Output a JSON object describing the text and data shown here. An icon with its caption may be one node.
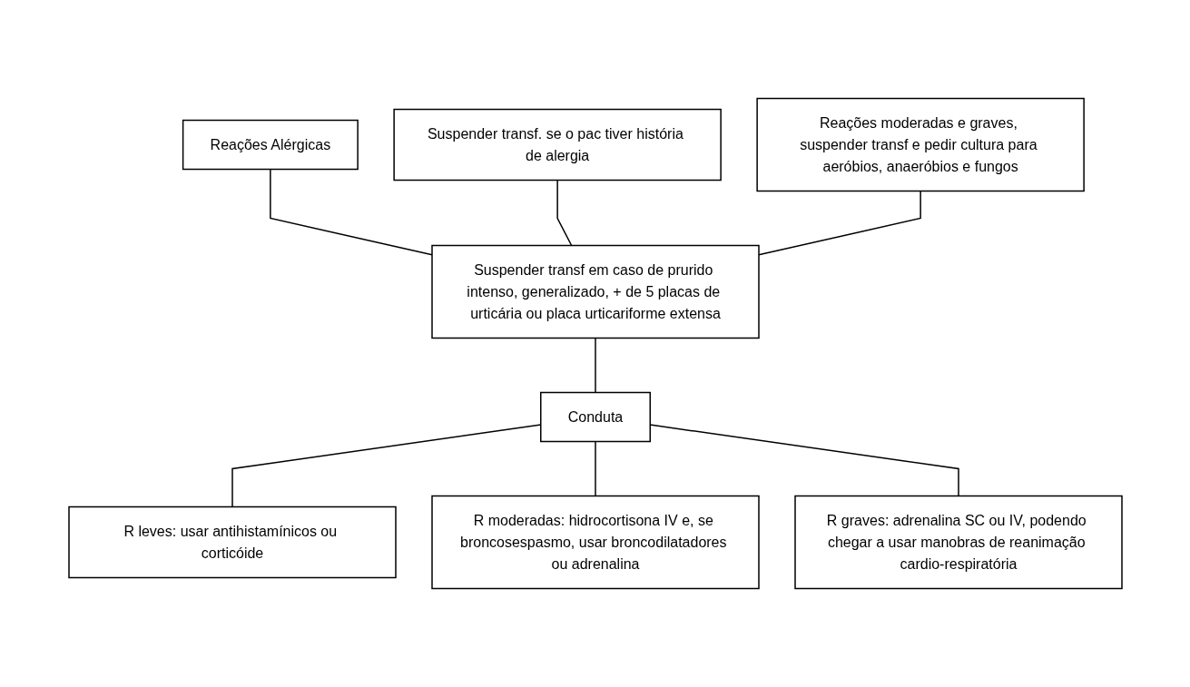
{
  "diagram": {
    "nodes": [
      {
        "text": [
          "Reações Alérgicas"
        ]
      },
      {
        "text": [
          "Suspender transf. se o pac tiver história de alergia"
        ]
      },
      {
        "text": [
          "Suspender transf em caso de prurido intenso, generalizado, + de 5 placas de urticária ou placa urticariforme extensa"
        ]
      },
      {
        "text": [
          "Reações moderadas e graves, suspender transf e pedir cultura para aeróbios, anaeróbios e fungos"
        ]
      },
      {
        "text": [
          "Conduta"
        ]
      },
      {
        "text": [
          "R leves: usar antihistamínicos ou corticóide"
        ]
      },
      {
        "text": [
          "R moderadas: hidrocortisona IV e, se broncosespasmo, usar broncodilatadores ou adrenalina"
        ]
      },
      {
        "text": [
          "R graves: adrenalina SC ou IV, podendo chegar a usar manobras de reanimação cardio-respiratória"
        ]
      }
    ],
    "edges": [
      {
        "from": 0,
        "to": 2,
        "arrow": "none"
      },
      {
        "from": 1,
        "to": 2,
        "arrow": "none"
      },
      {
        "from": 2,
        "to": 3,
        "arrow": "none"
      },
      {
        "from": 2,
        "to": 4,
        "arrow": "none"
      },
      {
        "from": 4,
        "to": 5,
        "arrow": "none"
      },
      {
        "from": 4,
        "to": 6,
        "arrow": "none"
      },
      {
        "from": 4,
        "to": 7,
        "arrow": "none"
      }
    ]
  }
}
